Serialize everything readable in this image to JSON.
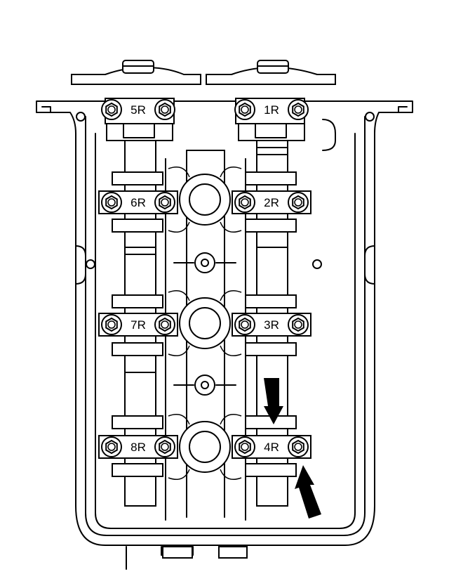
{
  "diagram": {
    "bearing_caps": [
      {
        "id": "5R",
        "label": "5R"
      },
      {
        "id": "1R",
        "label": "1R"
      },
      {
        "id": "6R",
        "label": "6R"
      },
      {
        "id": "2R",
        "label": "2R"
      },
      {
        "id": "7R",
        "label": "7R"
      },
      {
        "id": "3R",
        "label": "3R"
      },
      {
        "id": "8R",
        "label": "8R"
      },
      {
        "id": "4R",
        "label": "4R"
      }
    ]
  }
}
